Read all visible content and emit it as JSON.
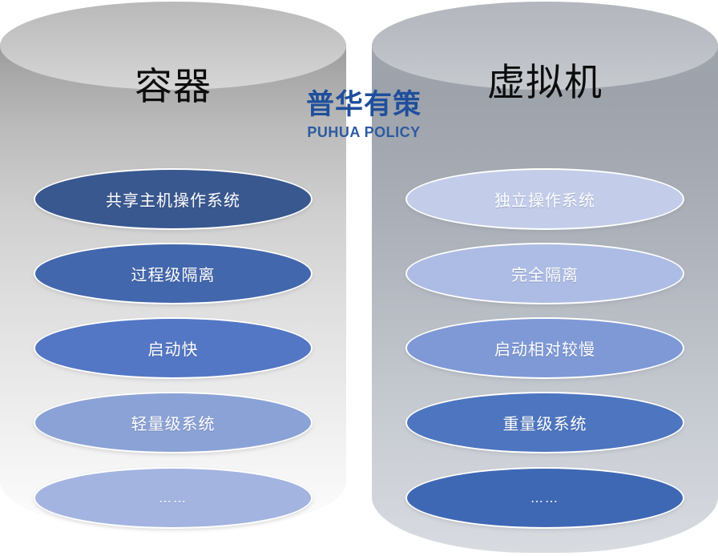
{
  "logo": {
    "chinese": "普华有策",
    "english": "PUHUA POLICY",
    "color": "#1f4f9c"
  },
  "columns": [
    {
      "id": "container",
      "title": "容器",
      "layers": [
        {
          "label": "共享主机操作系统",
          "color": "#39588f"
        },
        {
          "label": "过程级隔离",
          "color": "#4267ad"
        },
        {
          "label": "启动快",
          "color": "#5377c4"
        },
        {
          "label": "轻量级系统",
          "color": "#8ba2d6"
        },
        {
          "label": "……",
          "color": "#a3b4e0"
        }
      ]
    },
    {
      "id": "virtual-machine",
      "title": "虚拟机",
      "layers": [
        {
          "label": "独立操作系统",
          "color": "#c3cdea"
        },
        {
          "label": "完全隔离",
          "color": "#adbce4"
        },
        {
          "label": "启动相对较慢",
          "color": "#7e99d6"
        },
        {
          "label": "重量级系统",
          "color": "#4d75c0"
        },
        {
          "label": "……",
          "color": "#3f68b4"
        }
      ]
    }
  ],
  "chart_data": {
    "type": "table",
    "title": "容器与虚拟机对比",
    "categories": [
      "容器",
      "虚拟机"
    ],
    "series": [
      {
        "name": "容器",
        "values": [
          "共享主机操作系统",
          "过程级隔离",
          "启动快",
          "轻量级系统",
          "……"
        ]
      },
      {
        "name": "虚拟机",
        "values": [
          "独立操作系统",
          "完全隔离",
          "启动相对较慢",
          "重量级系统",
          "……"
        ]
      }
    ]
  }
}
